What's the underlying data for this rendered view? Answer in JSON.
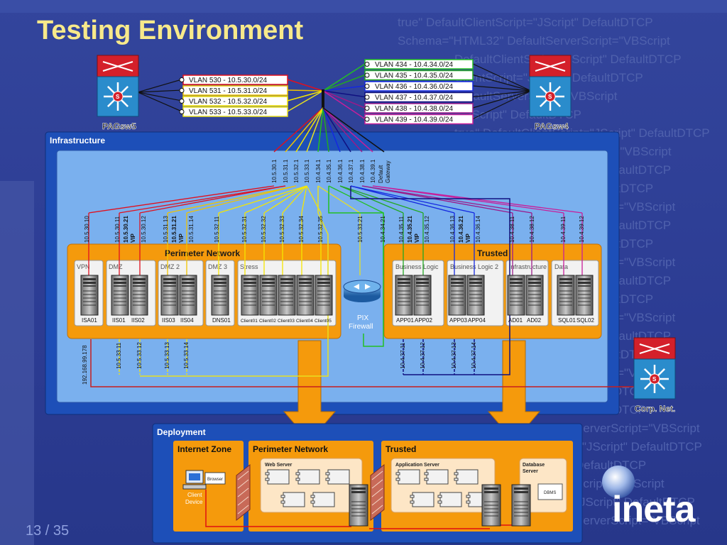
{
  "slide": {
    "title": "Testing Environment",
    "page_number": "13 / 35",
    "logo_text": "ineta"
  },
  "watermark_lines": [
    "true\" DefaultClientScript=\"JScript\" DefaultDTCP",
    "Schema=\"HTML32\" DefaultServerScript=\"VBScript",
    "DefaultClientScript=\"JScript\" DefaultDTCP",
    "ClientScript=\"JScript\" DefaultDTCP",
    "DefaultServerScript=\"VBScript",
    "=\"JScript\" DefaultDTCP",
    "true\" DefaultClientScript=\"JScript\" DefaultDTCP",
    "Script=\"VBScript",
    "pt\" DefaultDTCP",
    "DefaultDTCP",
    "rScript=\"VBScript",
    "pt\" DefaultDTCP",
    "DefaultDTCP",
    "rScript=\"VBScript",
    "pt\" DefaultDTCP",
    "DefaultDTCP",
    "rScript=\"VBScript",
    "pt\" DefaultDTCP",
    "DefaultDTCP",
    "rScript=\"VBScript",
    "DefaultDTCP",
    "DefaultDTCP",
    "ServerScript=\"VBScript",
    "=\"JScript\" DefaultDTCP",
    "DefaultDTCP",
    "Script=\"VBScript",
    "\"JScript\" DefaultDTCP",
    "ServerScript=\"VBScript"
  ],
  "switches": {
    "left": "PAGsw5",
    "right": "PAGsw4",
    "corp": "Corp. Net."
  },
  "vlans_left": [
    "VLAN 530 - 10.5.30.0/24",
    "VLAN 531 - 10.5.31.0/24",
    "VLAN 532 - 10.5.32.0/24",
    "VLAN 533 - 10.5.33.0/24"
  ],
  "vlans_right": [
    "VLAN 434 - 10.4.34.0/24",
    "VLAN 435 - 10.4.35.0/24",
    "VLAN 436 - 10.4.36.0/24",
    "VLAN 437 - 10.4.37.0/24",
    "VLAN 438 - 10.4.38.0/24",
    "VLAN 439 - 10.4.39.0/24"
  ],
  "colors": {
    "vlan530": "#e0101e",
    "vlan531": "#f0c400",
    "vlan532": "#f5e600",
    "vlan533": "#e8e020",
    "vlan434": "#22c022",
    "vlan435": "#22a822",
    "vlan436": "#1428e0",
    "vlan437": "#101080",
    "vlan438": "#9a1a8a",
    "vlan439": "#c81e9a",
    "corp": "#c81e1e"
  },
  "infrastructure": {
    "label": "Infrastructure",
    "gateways": [
      "10.5.30.1",
      "10.5.31.1",
      "10.5.32.1",
      "10.5.33.1",
      "10.4.34.1",
      "10.4.35.1",
      "10.4.36.1",
      "10.4.37.1",
      "10.4.38.1",
      "10.4.39.1",
      "Default Gateway"
    ],
    "perimeter_title": "Perimeter Network",
    "trusted_title": "Trusted",
    "perimeter_zones": [
      "VPN",
      "DMZ",
      "DMZ 2",
      "DMZ 3",
      "Stress"
    ],
    "trusted_zones": [
      "Business Logic",
      "Business Logic 2",
      "Infrastructure",
      "Data"
    ],
    "firewall": "PIX Firewall",
    "server_names": {
      "isa01": "ISA01",
      "iis01": "IIS01",
      "iis02": "IIS02",
      "iis03": "IIS03",
      "iis04": "IIS04",
      "dns01": "DNS01",
      "client01": "Client01",
      "client02": "Client02",
      "client03": "Client03",
      "client04": "Client04",
      "client05": "Client05",
      "app01": "APP01",
      "app02": "APP02",
      "app03": "APP03",
      "app04": "APP04",
      "ad01": "AD01",
      "ad02": "AD02",
      "sql01": "SQL01",
      "sql02": "SQL02"
    },
    "top_ips": {
      "isa": "10.5.30.10",
      "iis01": "10.5.30.11",
      "vip1": "10.5.30.21",
      "vip1_tag": "VIP",
      "iis02": "10.5.30.12",
      "iis03": "10.5.31.13",
      "vip2": "10.5.31.21",
      "vip2_tag": "VIP",
      "iis04": "10.5.31.14",
      "dns": "10.5.32.11",
      "c1": "10.5.32.31",
      "c2": "10.5.32.32",
      "c3": "10.5.32.33",
      "c4": "10.5.32.34",
      "c5": "10.5.32.35",
      "fw1": "10.5.33.21",
      "fw2": "10.4.34.21",
      "app01": "10.4.35.11",
      "vip3": "10.4.35.21",
      "vip3_tag": "VIP",
      "app02": "10.4.35.12",
      "app03": "10.4.36.13",
      "vip4": "10.4.36.21",
      "vip4_tag": "VIP",
      "app04": "10.4.36.14",
      "ad01": "10.4.38.11",
      "ad02": "10.4.38.12",
      "sql01": "10.4.39.11",
      "sql02": "10.4.39.12"
    },
    "bottom_ips": {
      "isa": "192.168.99.178",
      "iis01": "10.5.33.11",
      "iis02": "10.5.33.12",
      "iis03": "10.5.33.13",
      "iis04": "10.5.33.14",
      "app01": "10.4.37.11",
      "app02": "10.4.37.12",
      "app03": "10.4.37.13",
      "app04": "10.4.37.14"
    }
  },
  "deployment": {
    "label": "Deployment",
    "zones": [
      "Internet Zone",
      "Perimeter Network",
      "Trusted"
    ],
    "web_server": "Web Server",
    "app_server": "Application Server",
    "db_server_1": "Database",
    "db_server_2": "Server",
    "dbms": "DBMS",
    "browser": "Browser",
    "client_device_1": "Client",
    "client_device_2": "Device"
  }
}
